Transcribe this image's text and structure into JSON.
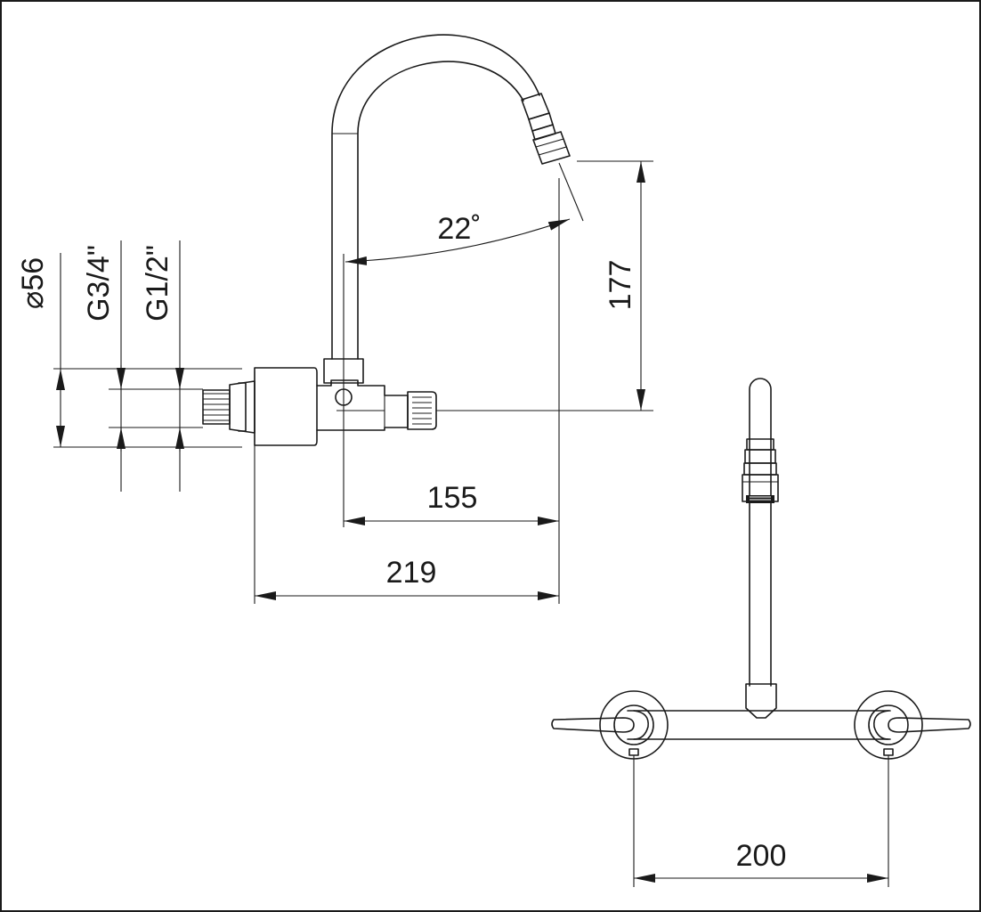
{
  "frame": {
    "border_color": "#1a1a1a",
    "line_color": "#1a1a1a",
    "background": "#ffffff"
  },
  "dimensions": {
    "diameter_56": "⌀56",
    "thread_g34": "G3/4\"",
    "thread_g12": "G1/2\"",
    "angle": "22˚",
    "height_177": "177",
    "reach_155": "155",
    "depth_219": "219",
    "centers_200": "200"
  }
}
